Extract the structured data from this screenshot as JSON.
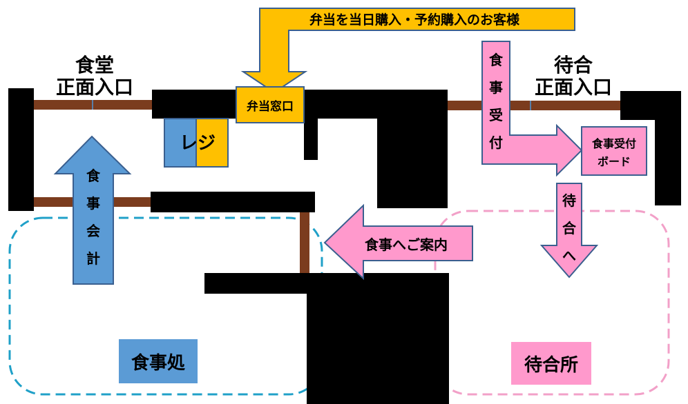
{
  "labels": {
    "cafeteria_entrance": [
      "食堂",
      "正面入口"
    ],
    "waiting_entrance": [
      "待合",
      "正面入口"
    ],
    "bento_customers": "弁当を当日購入・予約購入のお客様",
    "bento_window": "弁当窓口",
    "register": "レジ",
    "meal_payment": [
      "食",
      "事",
      "会",
      "計"
    ],
    "meal_reception": [
      "食",
      "事",
      "受",
      "付"
    ],
    "reception_board": [
      "食事受付",
      "ボード"
    ],
    "to_waiting": [
      "待",
      "合",
      "へ"
    ],
    "meal_guidance": "食事へご案内",
    "dining_area": "食事処",
    "waiting_room": "待合所"
  },
  "colors": {
    "wall": "#000000",
    "door": "#7b3c1e",
    "door_line": "#5a7fa8",
    "yellow": "#ffc000",
    "blue": "#5b9bd5",
    "pink": "#ff99cc",
    "blue_dash": "#1fa0c8",
    "pink_dash": "#f2a0c8",
    "outline": "#3a5f8f"
  }
}
